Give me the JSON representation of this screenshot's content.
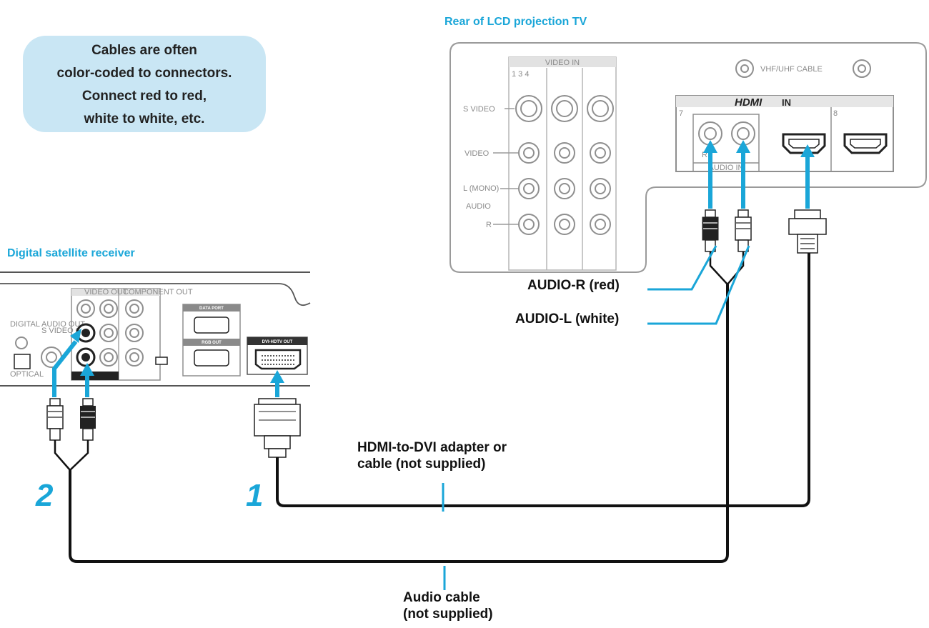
{
  "colors": {
    "accent": "#1aa6d8",
    "note_bg": "#c9e6f4",
    "cable": "#111111",
    "panel_line": "#9a9a9a"
  },
  "note": {
    "lines": [
      "Cables are often",
      "color-coded to connectors.",
      "Connect red to red,",
      "white to white, etc."
    ]
  },
  "tv": {
    "title": "Rear of LCD projection TV",
    "video_in": "VIDEO IN",
    "input_numbers": "1 3 4",
    "s_video": "S VIDEO",
    "video": "VIDEO",
    "audio_l": "L (MONO)",
    "audio": "AUDIO",
    "audio_r": "R",
    "vhf_uhf": "VHF/UHF CABLE",
    "hdmi": "HDMI",
    "in": "IN",
    "input_7": "7",
    "input_8": "8",
    "r_mark": "R",
    "audio_in": "AUDIO IN"
  },
  "receiver": {
    "title": "Digital satellite receiver",
    "digital_audio_out": "DIGITAL AUDIO OUT",
    "optical": "OPTICAL",
    "s_video_out": "S VIDEO OUT",
    "video_out": "VIDEO OUT",
    "component_out": "COMPONENT OUT",
    "data_port": "DATA PORT",
    "rgb_out": "RGB OUT",
    "dvi_hdtv_out": "DVI-HDTV OUT"
  },
  "labels": {
    "audio_r_red": "AUDIO-R (red)",
    "audio_l_white": "AUDIO-L (white)",
    "hdmi_dvi_line1": "HDMI-to-DVI adapter or",
    "hdmi_dvi_line2": "cable (not supplied)",
    "audio_cable_line1": "Audio cable",
    "audio_cable_line2": "(not supplied)"
  },
  "steps": {
    "one": "1",
    "two": "2"
  }
}
